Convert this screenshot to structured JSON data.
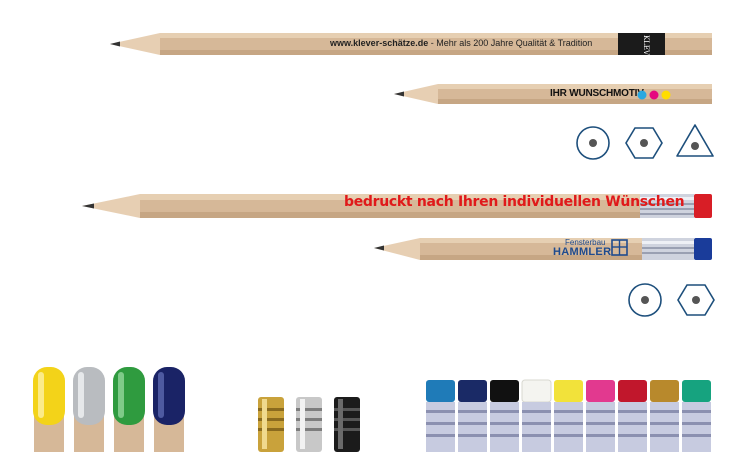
{
  "pencil1": {
    "url_text": "www.klever-schätze.de",
    "tagline": " - Mehr als 200 Jahre Qualität & Tradition",
    "logo_text": "KLEVER"
  },
  "pencil2": {
    "label": "IHR WUNSCHMOTIV",
    "dot_colors": [
      "#29a8e0",
      "#e5097f",
      "#ffdd00"
    ]
  },
  "shapes_row1": [
    "round",
    "hexagonal",
    "triangular"
  ],
  "pencil3": {
    "label": "bedruckt nach Ihren individuellen Wünschen",
    "eraser_color": "#d81e26"
  },
  "pencil4": {
    "company_small": "Fensterbau",
    "company_big": "HAMMLER",
    "eraser_color": "#1a3c9a"
  },
  "shapes_row2": [
    "round",
    "hexagonal"
  ],
  "dip_caps": [
    "#f3d319",
    "#b9bcc0",
    "#2f9b3f",
    "#1a2366"
  ],
  "ferrules": [
    "#c9a23b",
    "#c8c8c8",
    "#1b1b1b"
  ],
  "eraser_colors": [
    "#1f7bb8",
    "#1a2a66",
    "#111111",
    "#f4f4f0",
    "#f2e23a",
    "#e2398f",
    "#c1172c",
    "#b8892c",
    "#16a37f"
  ],
  "colors": {
    "wood": "#d6b898",
    "wood_dark": "#b99a7a",
    "shape_stroke": "#1d4f7c",
    "lead": "#333333"
  }
}
